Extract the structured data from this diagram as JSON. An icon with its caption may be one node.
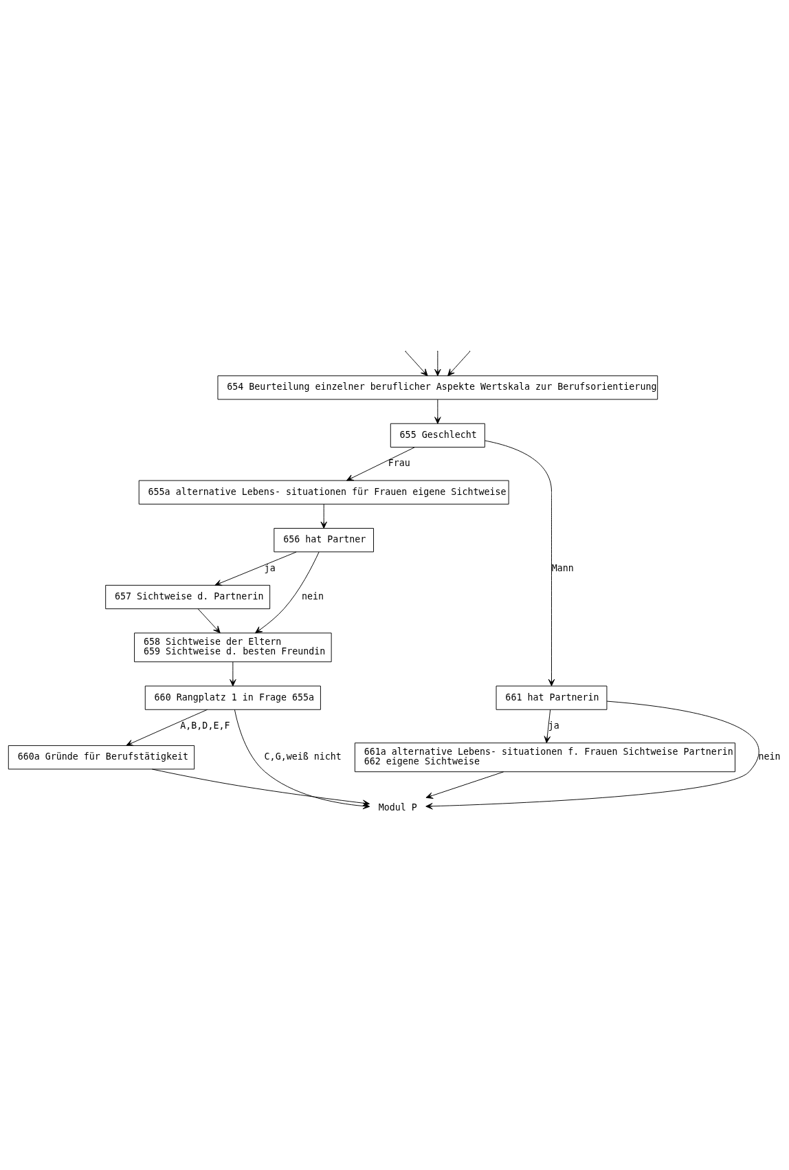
{
  "diagram": {
    "nodes": [
      {
        "text": [
          "654 Beurteilung einzelner beruflicher Aspekte Wertskala zur Berufsorientierung"
        ]
      },
      {
        "text": [
          "655 Geschlecht"
        ]
      },
      {
        "text": [
          "655a alternative Lebens- situationen für Frauen eigene Sichtweise"
        ]
      },
      {
        "text": [
          "656 hat Partner"
        ]
      },
      {
        "text": [
          "657 Sichtweise d. Partnerin"
        ]
      },
      {
        "text": [
          "658 Sichtweise der Eltern",
          "659 Sichtweise d. besten Freundin"
        ]
      },
      {
        "text": [
          "660 Rangplatz 1 in Frage 655a"
        ]
      },
      {
        "text": [
          "660a Gründe für Berufstätigkeit"
        ]
      },
      {
        "text": [
          "661 hat Partnerin"
        ]
      },
      {
        "text": [
          "661a alternative Lebens- situationen f. Frauen Sichtweise Partnerin",
          "662 eigene Sichtweise"
        ]
      },
      {
        "text": [
          "Modul P"
        ]
      }
    ],
    "edges": [
      {
        "from": null,
        "to": 0,
        "arrow": "to"
      },
      {
        "from": null,
        "to": 0,
        "arrow": "to"
      },
      {
        "from": null,
        "to": 0,
        "arrow": "to"
      },
      {
        "from": 0,
        "to": 1,
        "arrow": "to"
      },
      {
        "from": 1,
        "to": 2,
        "arrow": "to",
        "label": "Frau"
      },
      {
        "from": 1,
        "to": 8,
        "arrow": "to",
        "label": "Mann"
      },
      {
        "from": 2,
        "to": 3,
        "arrow": "to"
      },
      {
        "from": 3,
        "to": 4,
        "arrow": "to",
        "label": "ja"
      },
      {
        "from": 3,
        "to": 5,
        "arrow": "to",
        "label": "nein"
      },
      {
        "from": 4,
        "to": 5,
        "arrow": "to"
      },
      {
        "from": 5,
        "to": 6,
        "arrow": "to"
      },
      {
        "from": 6,
        "to": 7,
        "arrow": "to",
        "label": "A,B,D,E,F"
      },
      {
        "from": 6,
        "to": 10,
        "arrow": "to",
        "label": "C,G,weiß nicht"
      },
      {
        "from": 8,
        "to": 9,
        "arrow": "to",
        "label": "ja"
      },
      {
        "from": 8,
        "to": 10,
        "arrow": "to",
        "label": "nein"
      },
      {
        "from": 9,
        "to": 10,
        "arrow": "to"
      },
      {
        "from": 7,
        "to": 10,
        "arrow": "to"
      }
    ]
  }
}
